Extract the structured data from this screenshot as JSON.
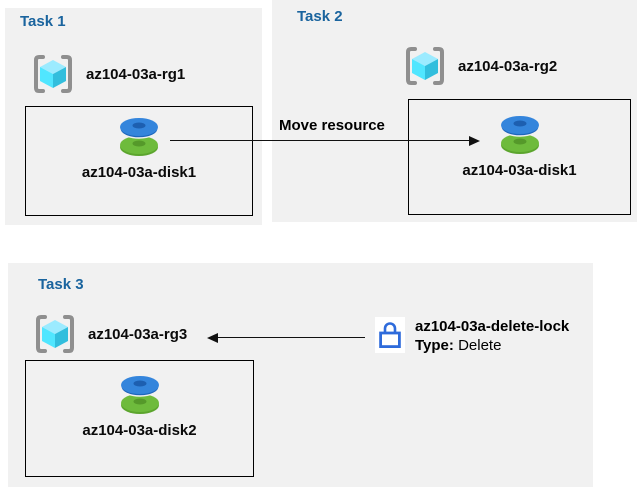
{
  "colors": {
    "panel_bg": "#F1F1F1",
    "header_blue": "#1A649E",
    "arrow_black": "#111111",
    "lock_blue": "#2E6BDB",
    "cube_light": "#9CEBFF",
    "cube_mid": "#50E6FF",
    "cube_dark": "#32BEDD",
    "bracket_gray": "#8F8F8F",
    "disk_blue": "#3485DC",
    "disk_blue_dark": "#1D5FB0",
    "disk_green": "#6EBB3C",
    "disk_green_dark": "#55992A"
  },
  "tasks": [
    {
      "label": "Task 1",
      "rg_name": "az104-03a-rg1",
      "disk_name": "az104-03a-disk1"
    },
    {
      "label": "Task 2",
      "rg_name": "az104-03a-rg2",
      "disk_name": "az104-03a-disk1"
    },
    {
      "label": "Task 3",
      "rg_name": "az104-03a-rg3",
      "disk_name": "az104-03a-disk2"
    }
  ],
  "move_arrow": {
    "label": "Move resource"
  },
  "lock": {
    "name": "az104-03a-delete-lock",
    "type_label": "Type:",
    "type_value": "Delete"
  }
}
